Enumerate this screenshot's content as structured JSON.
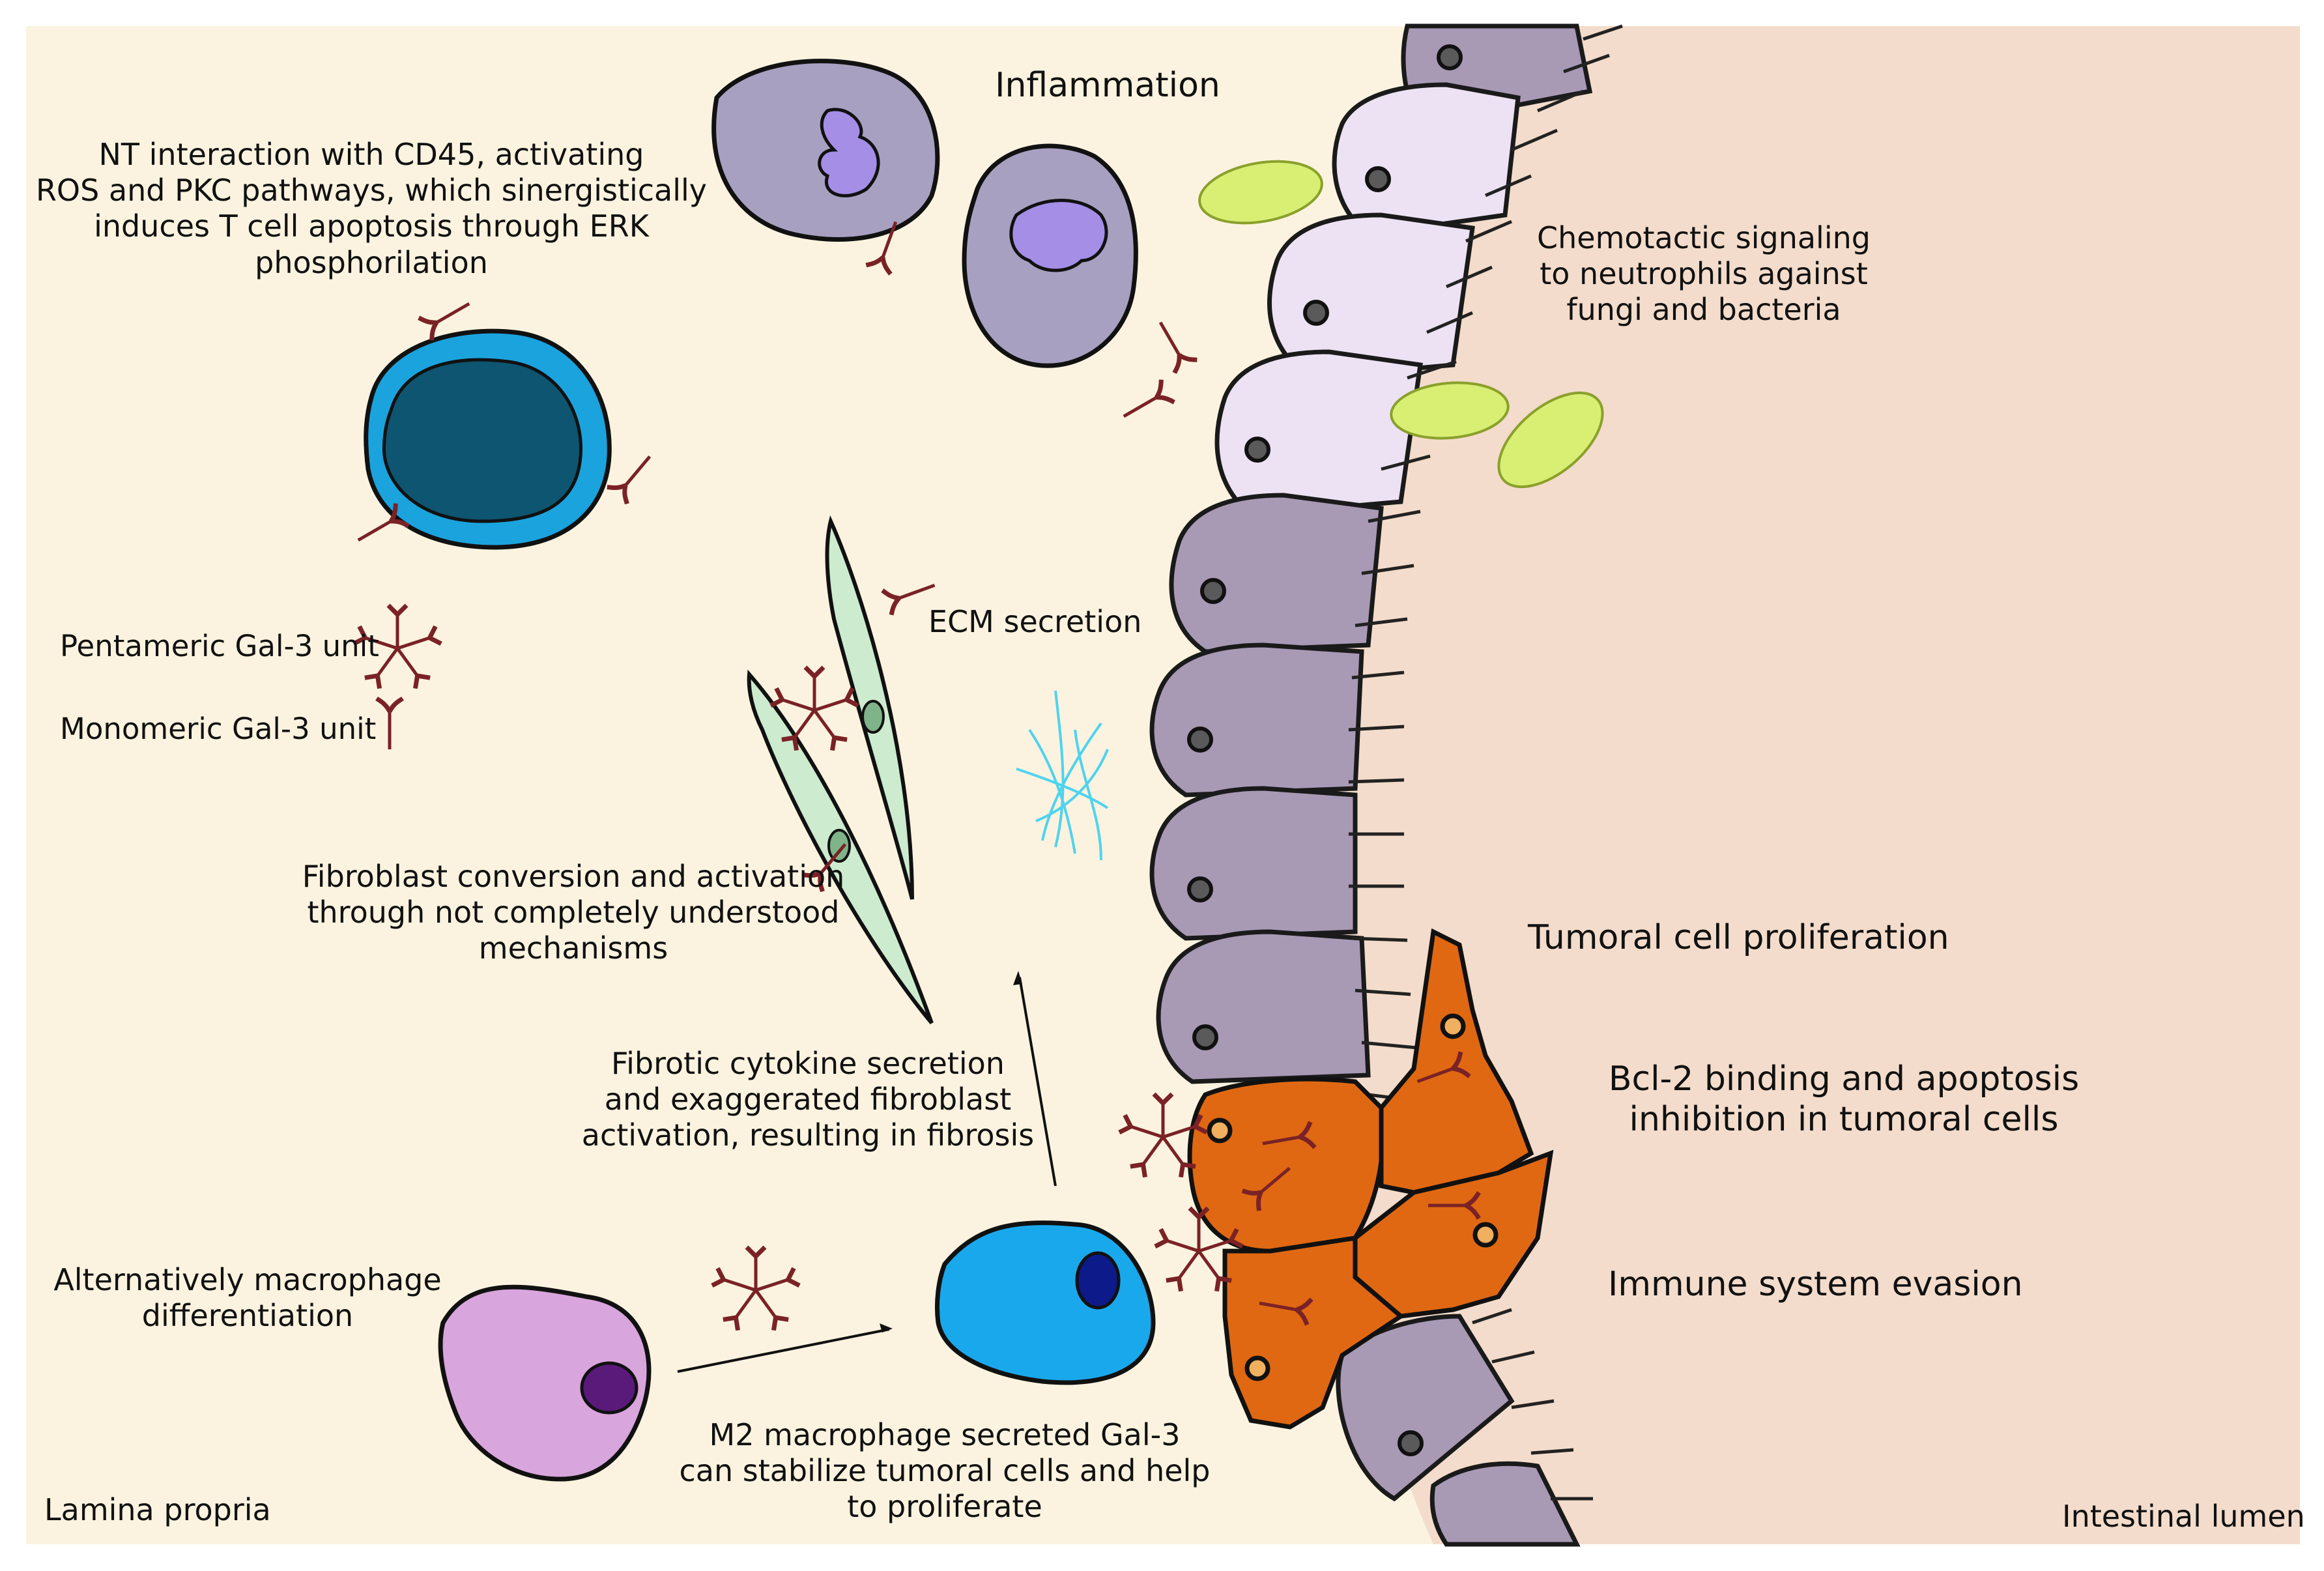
{
  "labels": {
    "inflammation": "Inflammation",
    "nt_interaction_1": "NT interaction with CD45, activating",
    "nt_interaction_2": "ROS and PKC pathways, which sinergistically",
    "nt_interaction_3": "induces T cell apoptosis through ERK",
    "nt_interaction_4": "phosphorilation",
    "chemotactic_1": "Chemotactic signaling",
    "chemotactic_2": "to neutrophils against",
    "chemotactic_3": "fungi and bacteria",
    "legend_pentameric": "Pentameric Gal-3 unit",
    "legend_monomeric": "Monomeric Gal-3 unit",
    "ecm_secretion": "ECM secretion",
    "fibroblast_1": "Fibroblast conversion and activation",
    "fibroblast_2": "through not completely understood",
    "fibroblast_3": "mechanisms",
    "tumoral_proliferation": "Tumoral cell proliferation",
    "bcl2_1": "Bcl-2 binding and apoptosis",
    "bcl2_2": "inhibition in tumoral cells",
    "fibrotic_1": "Fibrotic cytokine secretion",
    "fibrotic_2": "and exaggerated fibroblast",
    "fibrotic_3": "activation, resulting in fibrosis",
    "immune_evasion": "Immune system evasion",
    "macrophage_diff_1": "Alternatively macrophage",
    "macrophage_diff_2": "differentiation",
    "m2_1": "M2 macrophage secreted Gal-3",
    "m2_2": "can stabilize tumoral cells and help",
    "m2_3": "to proliferate",
    "lamina_propria": "Lamina propria",
    "intestinal_lumen": "Intestinal lumen"
  },
  "colors": {
    "lamina_bg": "#fbf3df",
    "lumen_bg": "#f3dccb",
    "epithelial_light": "#ece2f3",
    "epithelial_dark": "#a899b5",
    "tumor": "#e06812",
    "t_cell_outer": "#1ba3de",
    "t_cell_inner": "#0d5570",
    "neutrophil": "#a7a0c0",
    "neutrophil_nucleus": "#a48ee6",
    "fibroblast": "#cdebcf",
    "macrophage_m1": "#d8a5dc",
    "macrophage_m2": "#1aa8ec",
    "galectin": "#7a2226",
    "microbe": "#d9ef74",
    "ecm_fibers": "#4fd3ef"
  }
}
